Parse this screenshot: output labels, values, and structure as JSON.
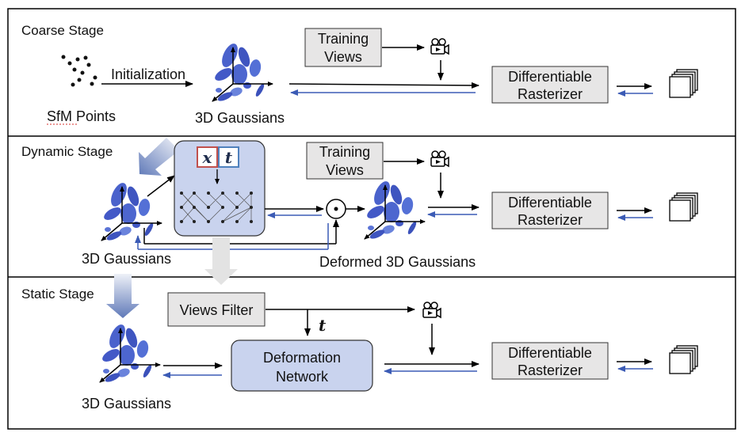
{
  "stages": {
    "coarse": {
      "title": "Coarse Stage",
      "sfm_label": "SfM Points",
      "init_label": "Initialization",
      "gaussians_label": "3D Gaussians",
      "training_views": [
        "Training",
        "Views"
      ],
      "rasterizer": [
        "Differentiable",
        "Rasterizer"
      ]
    },
    "dynamic": {
      "title": "Dynamic Stage",
      "gaussians_label": "3D Gaussians",
      "deformed_label": "Deformed 3D Gaussians",
      "x_symbol": "x",
      "t_symbol": "t",
      "training_views": [
        "Training",
        "Views"
      ],
      "rasterizer": [
        "Differentiable",
        "Rasterizer"
      ],
      "combine_symbol": "⊙"
    },
    "static": {
      "title": "Static Stage",
      "views_filter": "Views Filter",
      "t_symbol": "t",
      "deformation_network": [
        "Deformation",
        "Network"
      ],
      "gaussians_label": "3D Gaussians",
      "rasterizer": [
        "Differentiable",
        "Rasterizer"
      ]
    }
  },
  "colors": {
    "forward_arrow": "#000000",
    "backward_arrow": "#3b5bb5",
    "gray_box": "#e7e6e6",
    "network_box": "#c9d3ee",
    "gaussian_blue": "#4a62cc",
    "x_box_border": "#c0504d",
    "t_box_border": "#4f81bd"
  },
  "icons": [
    "camera-icon",
    "image-stack-icon",
    "gaussian-cloud-icon",
    "neural-net-icon"
  ]
}
